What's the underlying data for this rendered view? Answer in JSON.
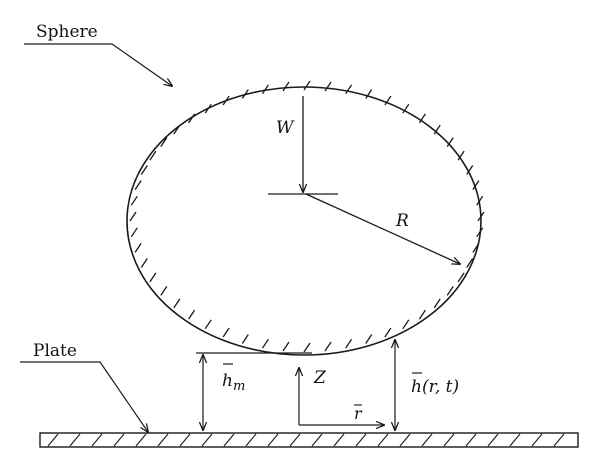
{
  "labels": {
    "sphere": "Sphere",
    "plate": "Plate",
    "load": "W",
    "radius": "R",
    "axis_z": "Z",
    "radial": "r",
    "min_film": "h",
    "min_film_sub": "m",
    "film": "h",
    "film_args": "(r, t)"
  },
  "colors": {
    "line": "#1a1a1a",
    "background": "#ffffff"
  }
}
